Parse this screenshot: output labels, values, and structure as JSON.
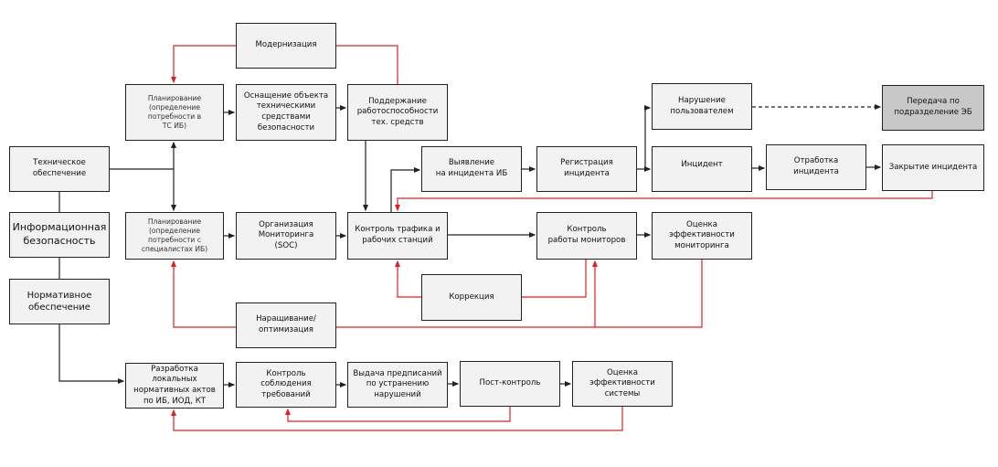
{
  "colors": {
    "flow": "#222222",
    "feedback": "#e02020",
    "box_fill": "#f2f2f2",
    "box_highlight": "#c8c8c8"
  },
  "nodes": {
    "modernization": "Модернизация",
    "planning_ts": "Планирование\n(определение\nпотребности в\nТС ИБ)",
    "equipping": "Оснащение объекта\nтехническими\nсредствами\nбезопасности",
    "maintenance": "Поддержание\nработоспособности\nтех. средств",
    "technical": "Техническое\nобеспечение",
    "infosec": "Информационная\nбезопасность",
    "planning_staff": "Планирование\n(определение\nпотребности с\nспециалистах ИБ)",
    "monitoring_org": "Организация\nМониторинга\n(SOC)",
    "traffic_control": "Контроль  трафика и\nрабочих станций",
    "detection": "Выявление\nна инцидента ИБ",
    "registration": "Регистрация\nинцидента",
    "user_violation": "Нарушение\nпользователем",
    "transfer_eb": "Передача по\nподразделение ЭБ",
    "incident": "Инцидент",
    "handling": "Отработка\nинцидента",
    "closing": "Закрытие инцидента",
    "monitor_control": "Контроль\nработы мониторов",
    "monitoring_eval": "Оценка\nэффективности\nмониторинга",
    "correction": "Коррекция",
    "scaling": "Наращивание/\nоптимизация",
    "normative": "Нормативное\nобеспечение",
    "local_acts": "Разработка\nлокальных\nнормативных актов\nпо ИБ, ИОД, КТ",
    "compliance": "Контроль\nсоблюдения\nтребований",
    "orders": "Выдача предписаний\nпо устранению\nнарушений",
    "post_control": "Пост-контроль",
    "system_eval": "Оценка\nэффективности\nсистемы"
  }
}
